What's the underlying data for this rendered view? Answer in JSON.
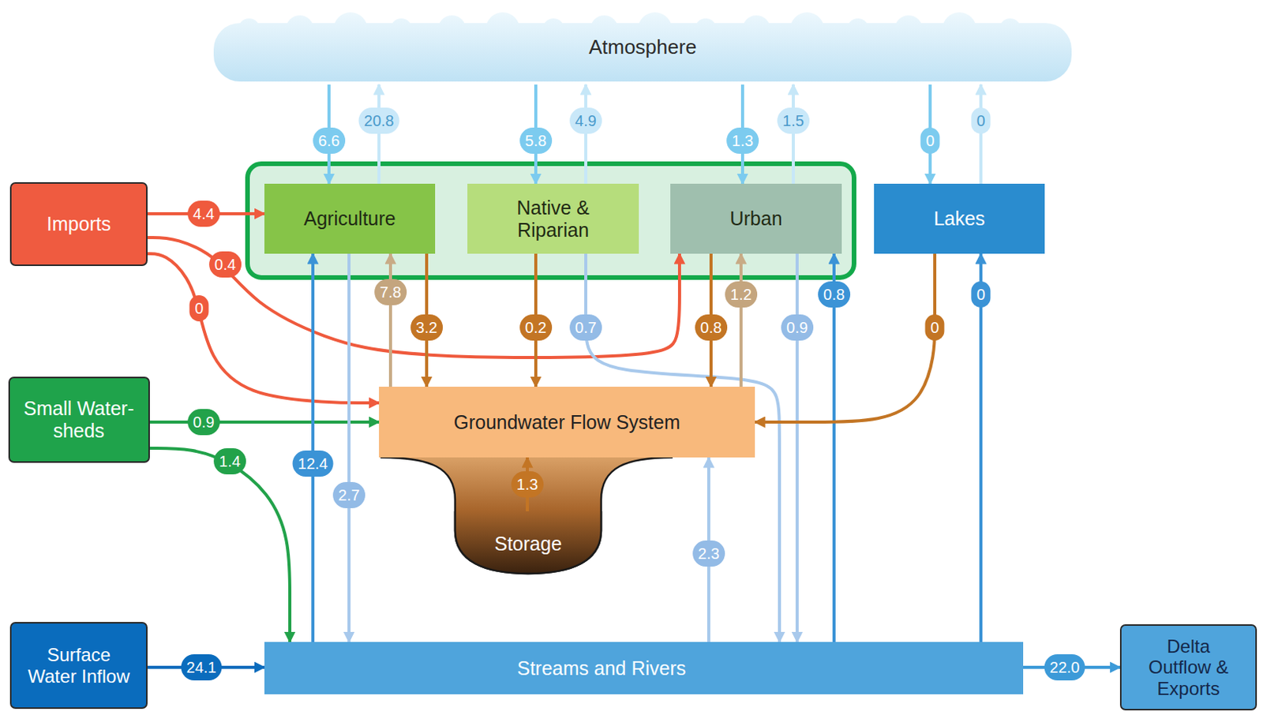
{
  "diagram": {
    "nodes": [
      {
        "text": [
          "Atmosphere"
        ]
      },
      {
        "text": [
          "Imports"
        ]
      },
      {
        "text": [
          "Agriculture"
        ]
      },
      {
        "text": [
          "Native & Riparian"
        ]
      },
      {
        "text": [
          "Urban"
        ]
      },
      {
        "text": [
          "Lakes"
        ]
      },
      {
        "text": [
          "Small Water- sheds"
        ]
      },
      {
        "text": [
          "Groundwater Flow System"
        ]
      },
      {
        "text": [
          "Storage"
        ]
      },
      {
        "text": [
          "Surface Water Inflow"
        ]
      },
      {
        "text": [
          "Streams and Rivers"
        ]
      },
      {
        "text": [
          "Delta Outflow & Exports"
        ]
      }
    ],
    "edges": [
      {
        "from": 0,
        "to": 2,
        "arrow": "to",
        "label": "6.6"
      },
      {
        "from": 2,
        "to": 0,
        "arrow": "to",
        "label": "20.8"
      },
      {
        "from": 0,
        "to": 3,
        "arrow": "to",
        "label": "5.8"
      },
      {
        "from": 3,
        "to": 0,
        "arrow": "to",
        "label": "4.9"
      },
      {
        "from": 0,
        "to": 4,
        "arrow": "to",
        "label": "1.3"
      },
      {
        "from": 4,
        "to": 0,
        "arrow": "to",
        "label": "1.5"
      },
      {
        "from": 0,
        "to": 5,
        "arrow": "to",
        "label": "0"
      },
      {
        "from": 5,
        "to": 0,
        "arrow": "to",
        "label": "0"
      },
      {
        "from": 1,
        "to": 2,
        "arrow": "to",
        "label": "4.4"
      },
      {
        "from": 1,
        "to": 4,
        "arrow": "to",
        "label": "0.4"
      },
      {
        "from": 1,
        "to": 7,
        "arrow": "to",
        "label": "0"
      },
      {
        "from": 7,
        "to": 2,
        "arrow": "to",
        "label": "7.8"
      },
      {
        "from": 2,
        "to": 7,
        "arrow": "to",
        "label": "3.2"
      },
      {
        "from": 3,
        "to": 7,
        "arrow": "to",
        "label": "0.2"
      },
      {
        "from": 3,
        "to": 10,
        "arrow": "to",
        "label": "0.7"
      },
      {
        "from": 4,
        "to": 7,
        "arrow": "to",
        "label": "0.8"
      },
      {
        "from": 7,
        "to": 4,
        "arrow": "to",
        "label": "1.2"
      },
      {
        "from": 4,
        "to": 10,
        "arrow": "to",
        "label": "0.9"
      },
      {
        "from": 10,
        "to": 4,
        "arrow": "to",
        "label": "0.8"
      },
      {
        "from": 5,
        "to": 7,
        "arrow": "to",
        "label": "0"
      },
      {
        "from": 10,
        "to": 5,
        "arrow": "to",
        "label": "0"
      },
      {
        "from": 6,
        "to": 7,
        "arrow": "to",
        "label": "0.9"
      },
      {
        "from": 6,
        "to": 10,
        "arrow": "to",
        "label": "1.4"
      },
      {
        "from": 10,
        "to": 2,
        "arrow": "to",
        "label": "12.4"
      },
      {
        "from": 2,
        "to": 10,
        "arrow": "to",
        "label": "2.7"
      },
      {
        "from": 8,
        "to": 7,
        "arrow": "to",
        "label": "1.3"
      },
      {
        "from": 10,
        "to": 7,
        "arrow": "to",
        "label": "2.3"
      },
      {
        "from": 9,
        "to": 10,
        "arrow": "to",
        "label": "24.1"
      },
      {
        "from": 10,
        "to": 11,
        "arrow": "to",
        "label": "22.0"
      }
    ]
  }
}
